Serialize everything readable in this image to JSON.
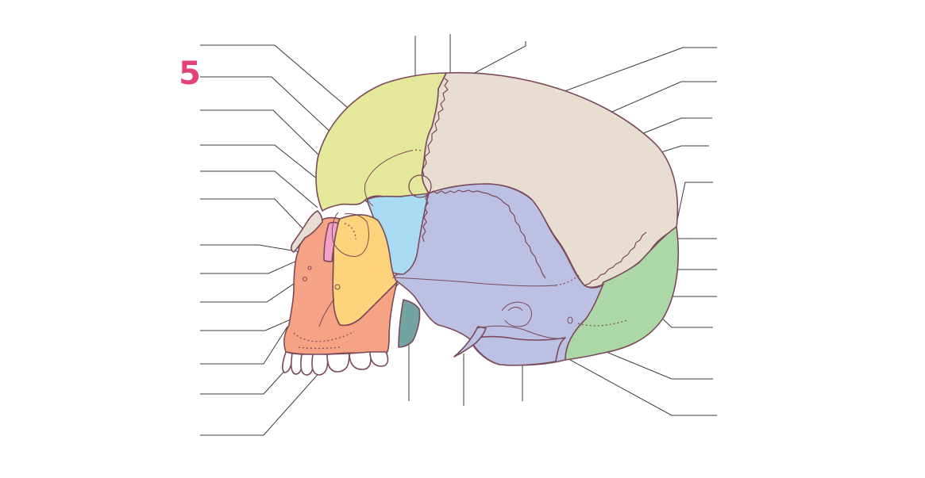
{
  "figure": {
    "number": "5",
    "number_color": "#e0447a"
  },
  "colors": {
    "outline": "#7a4a5a",
    "frontal": "#e3e89a",
    "parietal": "#e7ddd0",
    "sphenoid": "#a9dcf3",
    "temporal": "#bcc0e2",
    "occipital": "#acd7a6",
    "zygomatic": "#fdd37c",
    "maxilla_mandible": "#f5a384",
    "lacrimal": "#f2a2c8",
    "nasal": "#e7ddd0",
    "styloid_vomer": "#73a4a3",
    "teeth": "#ffffff"
  },
  "labels": {
    "count_left": 13,
    "count_top": 3,
    "count_right": 10,
    "count_bottom": 3,
    "text": []
  }
}
